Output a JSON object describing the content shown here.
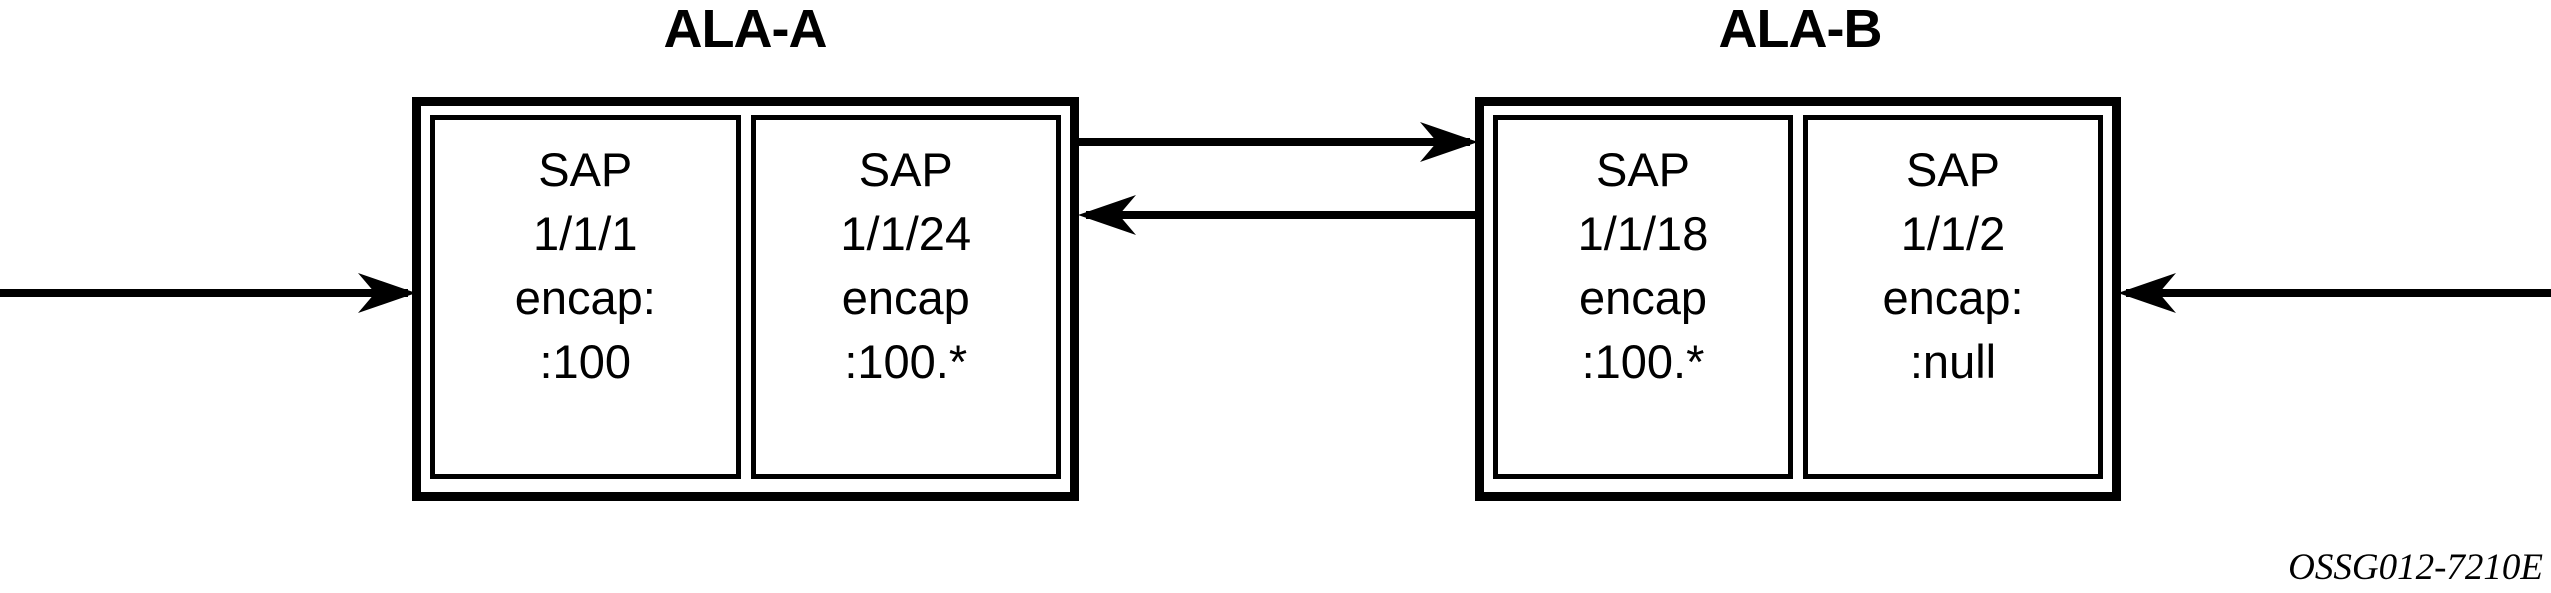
{
  "diagram": {
    "caption": "OSSG012-7210E",
    "line_color": "#000000",
    "background_color": "#ffffff",
    "devices": [
      {
        "id": "ala-a",
        "title": "ALA-A",
        "saps": [
          {
            "id": "sap-1-1-1",
            "line1": "SAP",
            "line2": "1/1/1",
            "line3": "encap:",
            "line4": ":100"
          },
          {
            "id": "sap-1-1-24",
            "line1": "SAP",
            "line2": "1/1/24",
            "line3": "encap",
            "line4": ":100.*"
          }
        ]
      },
      {
        "id": "ala-b",
        "title": "ALA-B",
        "saps": [
          {
            "id": "sap-1-1-18",
            "line1": "SAP",
            "line2": "1/1/18",
            "line3": "encap",
            "line4": ":100.*"
          },
          {
            "id": "sap-1-1-2",
            "line1": "SAP",
            "line2": "1/1/2",
            "line3": "encap:",
            "line4": ":null"
          }
        ]
      }
    ],
    "arrows": [
      {
        "id": "ingress-left",
        "direction": "right"
      },
      {
        "id": "a-to-b",
        "direction": "right"
      },
      {
        "id": "b-to-a",
        "direction": "left"
      },
      {
        "id": "ingress-right",
        "direction": "left"
      }
    ]
  }
}
